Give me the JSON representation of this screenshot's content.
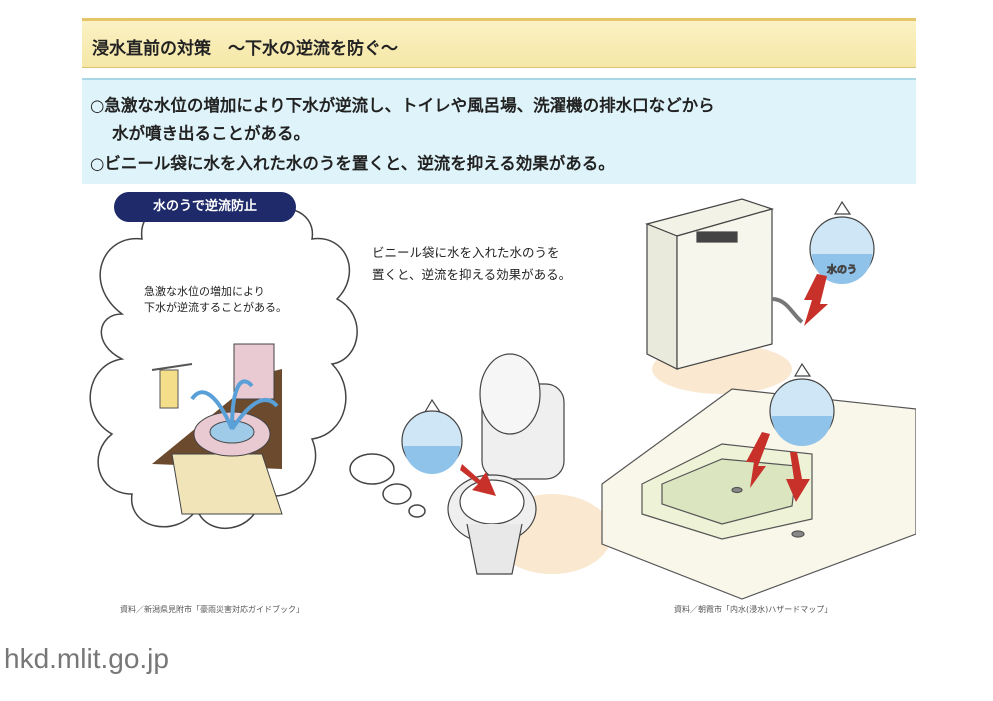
{
  "slide": {
    "title": "浸水直前の対策　～下水の逆流を防ぐ～",
    "bullets": [
      "○急激な水位の増加により下水が逆流し、トイレや風呂場、洗濯機の排水口などから",
      "水が噴き出ることがある。",
      "○ビニール袋に水を入れた水のうを置くと、逆流を抑える効果がある。"
    ],
    "badge": "水のうで逆流防止",
    "cloud_text": [
      "急激な水位の増加により",
      "下水が逆流することがある。"
    ],
    "caption": [
      "ビニール袋に水を入れた水のうを",
      "置くと、逆流を抑える効果がある。"
    ],
    "bag_label": "水のう",
    "source_left": "資料／新潟県見附市「豪雨災害対応ガイドブック」",
    "source_right": "資料／朝霞市「内水(浸水)ハザードマップ」"
  },
  "watermark": "hkd.mlit.go.jp",
  "colors": {
    "title_bg": "#f5e7a6",
    "bullet_bg": "#dff4fa",
    "badge_bg": "#1f2a6b",
    "arrow": "#c8312a",
    "water": "#8fc3ea"
  }
}
